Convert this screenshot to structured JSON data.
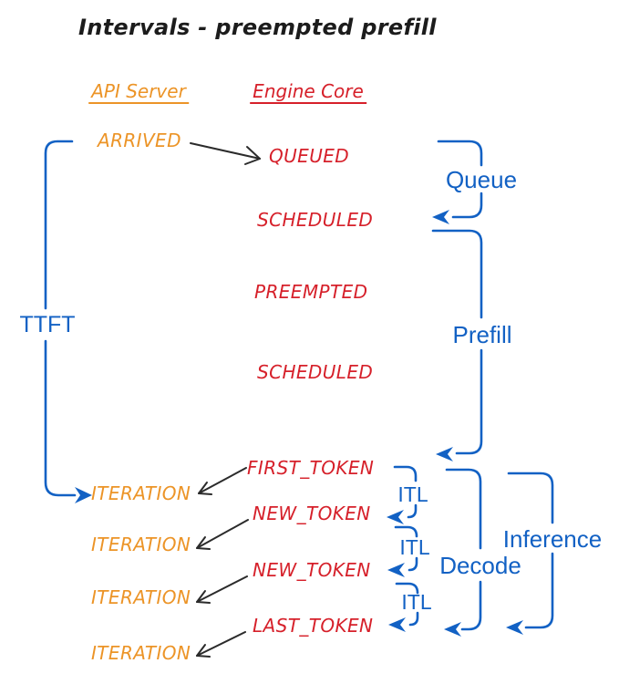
{
  "title": "Intervals - preempted prefill",
  "columns": {
    "api_server": "API Server",
    "engine_core": "Engine Core"
  },
  "api_events": [
    "ARRIVED",
    "ITERATION",
    "ITERATION",
    "ITERATION",
    "ITERATION"
  ],
  "engine_events": [
    "QUEUED",
    "SCHEDULED",
    "PREEMPTED",
    "SCHEDULED",
    "FIRST_TOKEN",
    "NEW_TOKEN",
    "NEW_TOKEN",
    "LAST_TOKEN"
  ],
  "intervals": {
    "ttft": "TTFT",
    "queue": "Queue",
    "prefill": "Prefill",
    "itl": [
      "ITL",
      "ITL",
      "ITL"
    ],
    "decode": "Decode",
    "inference": "Inference"
  },
  "colors": {
    "api_server_text": "#EC9427",
    "engine_core_text": "#D6202A",
    "interval_blue": "#1261C4",
    "arrow_black": "#2B2B2B",
    "background": "#FFFFFF"
  }
}
